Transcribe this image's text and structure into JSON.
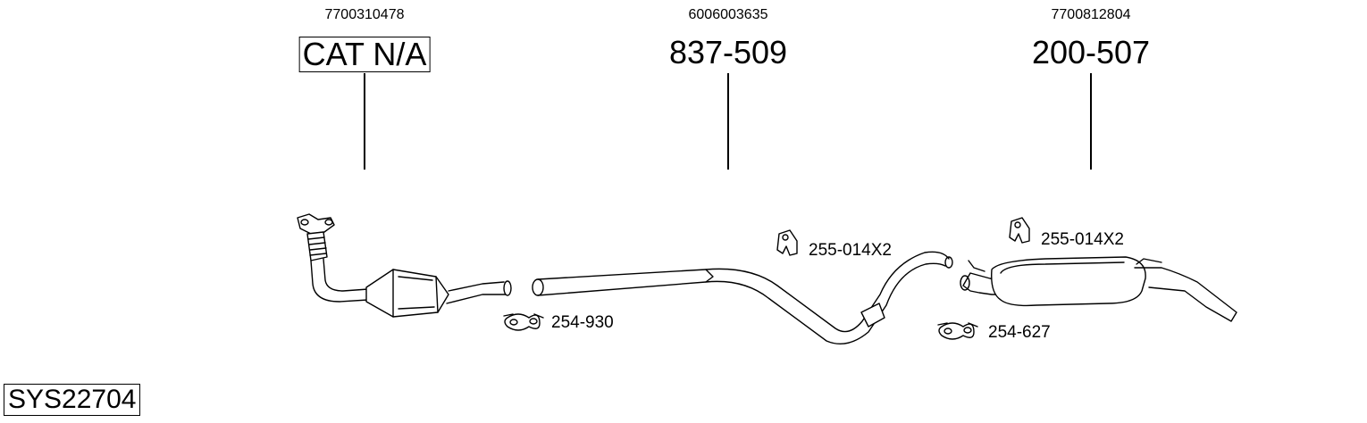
{
  "parts": [
    {
      "oem": "7700310478",
      "number": "CAT N/A"
    },
    {
      "oem": "6006003635",
      "number": "837-509"
    },
    {
      "oem": "7700812804",
      "number": "200-507"
    }
  ],
  "accessories": {
    "clamp_front": "254-930",
    "clamp_rear": "254-627",
    "hanger_mid": "255-014X2",
    "hanger_rear": "255-014X2"
  },
  "system_id": "SYS22704"
}
